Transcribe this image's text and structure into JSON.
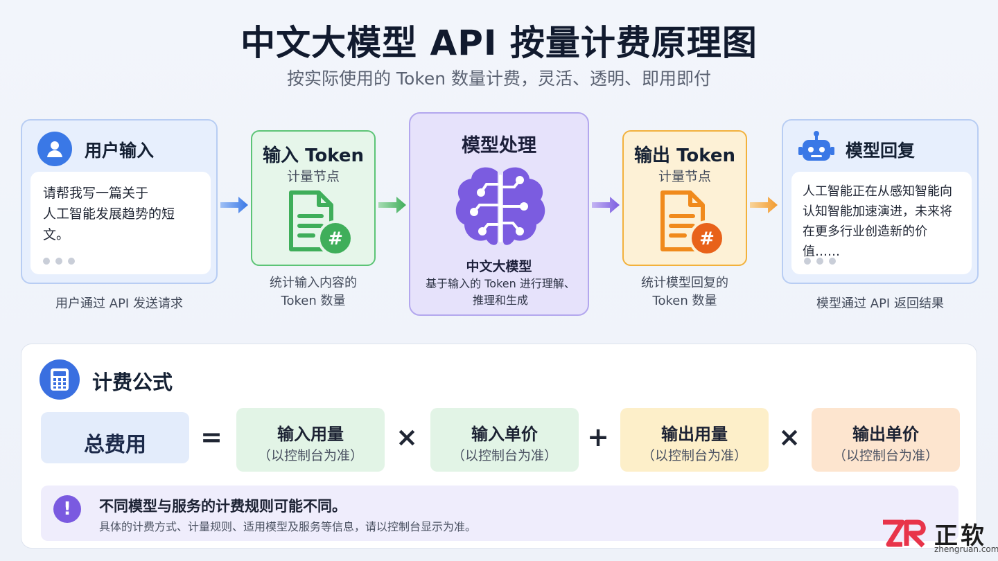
{
  "header": {
    "title": "中文大模型 API 按量计费原理图",
    "subtitle": "按实际使用的 Token 数量计费，灵活、透明、即用即付"
  },
  "flow": {
    "user_input": {
      "title": "用户输入",
      "message_line1": "请帮我写一篇关于",
      "message_line2": "人工智能发展趋势的短文。",
      "caption": "用户通过 API 发送请求",
      "icon": "user-icon"
    },
    "input_token": {
      "title": "输入 Token",
      "subtitle": "计量节点",
      "caption_line1": "统计输入内容的",
      "caption_line2": "Token 数量",
      "icon": "document-hash-icon",
      "color": "#3fae5a"
    },
    "model": {
      "title": "模型处理",
      "name": "中文大模型",
      "desc_line1": "基于输入的 Token 进行理解、",
      "desc_line2": "推理和生成",
      "icon": "brain-circuit-icon",
      "color": "#7b5ce0"
    },
    "output_token": {
      "title": "输出 Token",
      "subtitle": "计量节点",
      "caption_line1": "统计模型回复的",
      "caption_line2": "Token 数量",
      "icon": "document-hash-icon",
      "color": "#f08a1c"
    },
    "model_reply": {
      "title": "模型回复",
      "message_line1": "人工智能正在从感知智能向",
      "message_line2": "认知智能加速演进，未来将",
      "message_line3": "在更多行业创造新的价值……",
      "caption": "模型通过 API 返回结果",
      "icon": "robot-icon"
    }
  },
  "formula": {
    "heading": "计费公式",
    "icon": "calculator-icon",
    "total": "总费用",
    "equals": "=",
    "times": "×",
    "plus": "+",
    "terms": [
      {
        "label": "输入用量",
        "note": "（以控制台为准）",
        "color": "#e2f4e6"
      },
      {
        "label": "输入单价",
        "note": "（以控制台为准）",
        "color": "#e2f4e6"
      },
      {
        "label": "输出用量",
        "note": "（以控制台为准）",
        "color": "#fdefc9"
      },
      {
        "label": "输出单价",
        "note": "（以控制台为准）",
        "color": "#fde5cf"
      }
    ]
  },
  "notice": {
    "icon": "exclamation-icon",
    "title": "不同模型与服务的计费规则可能不同。",
    "text": "具体的计费方式、计量规则、适用模型及服务等信息，请以控制台显示为准。"
  },
  "brand": {
    "name": "正软",
    "url": "zhengruan.com"
  }
}
